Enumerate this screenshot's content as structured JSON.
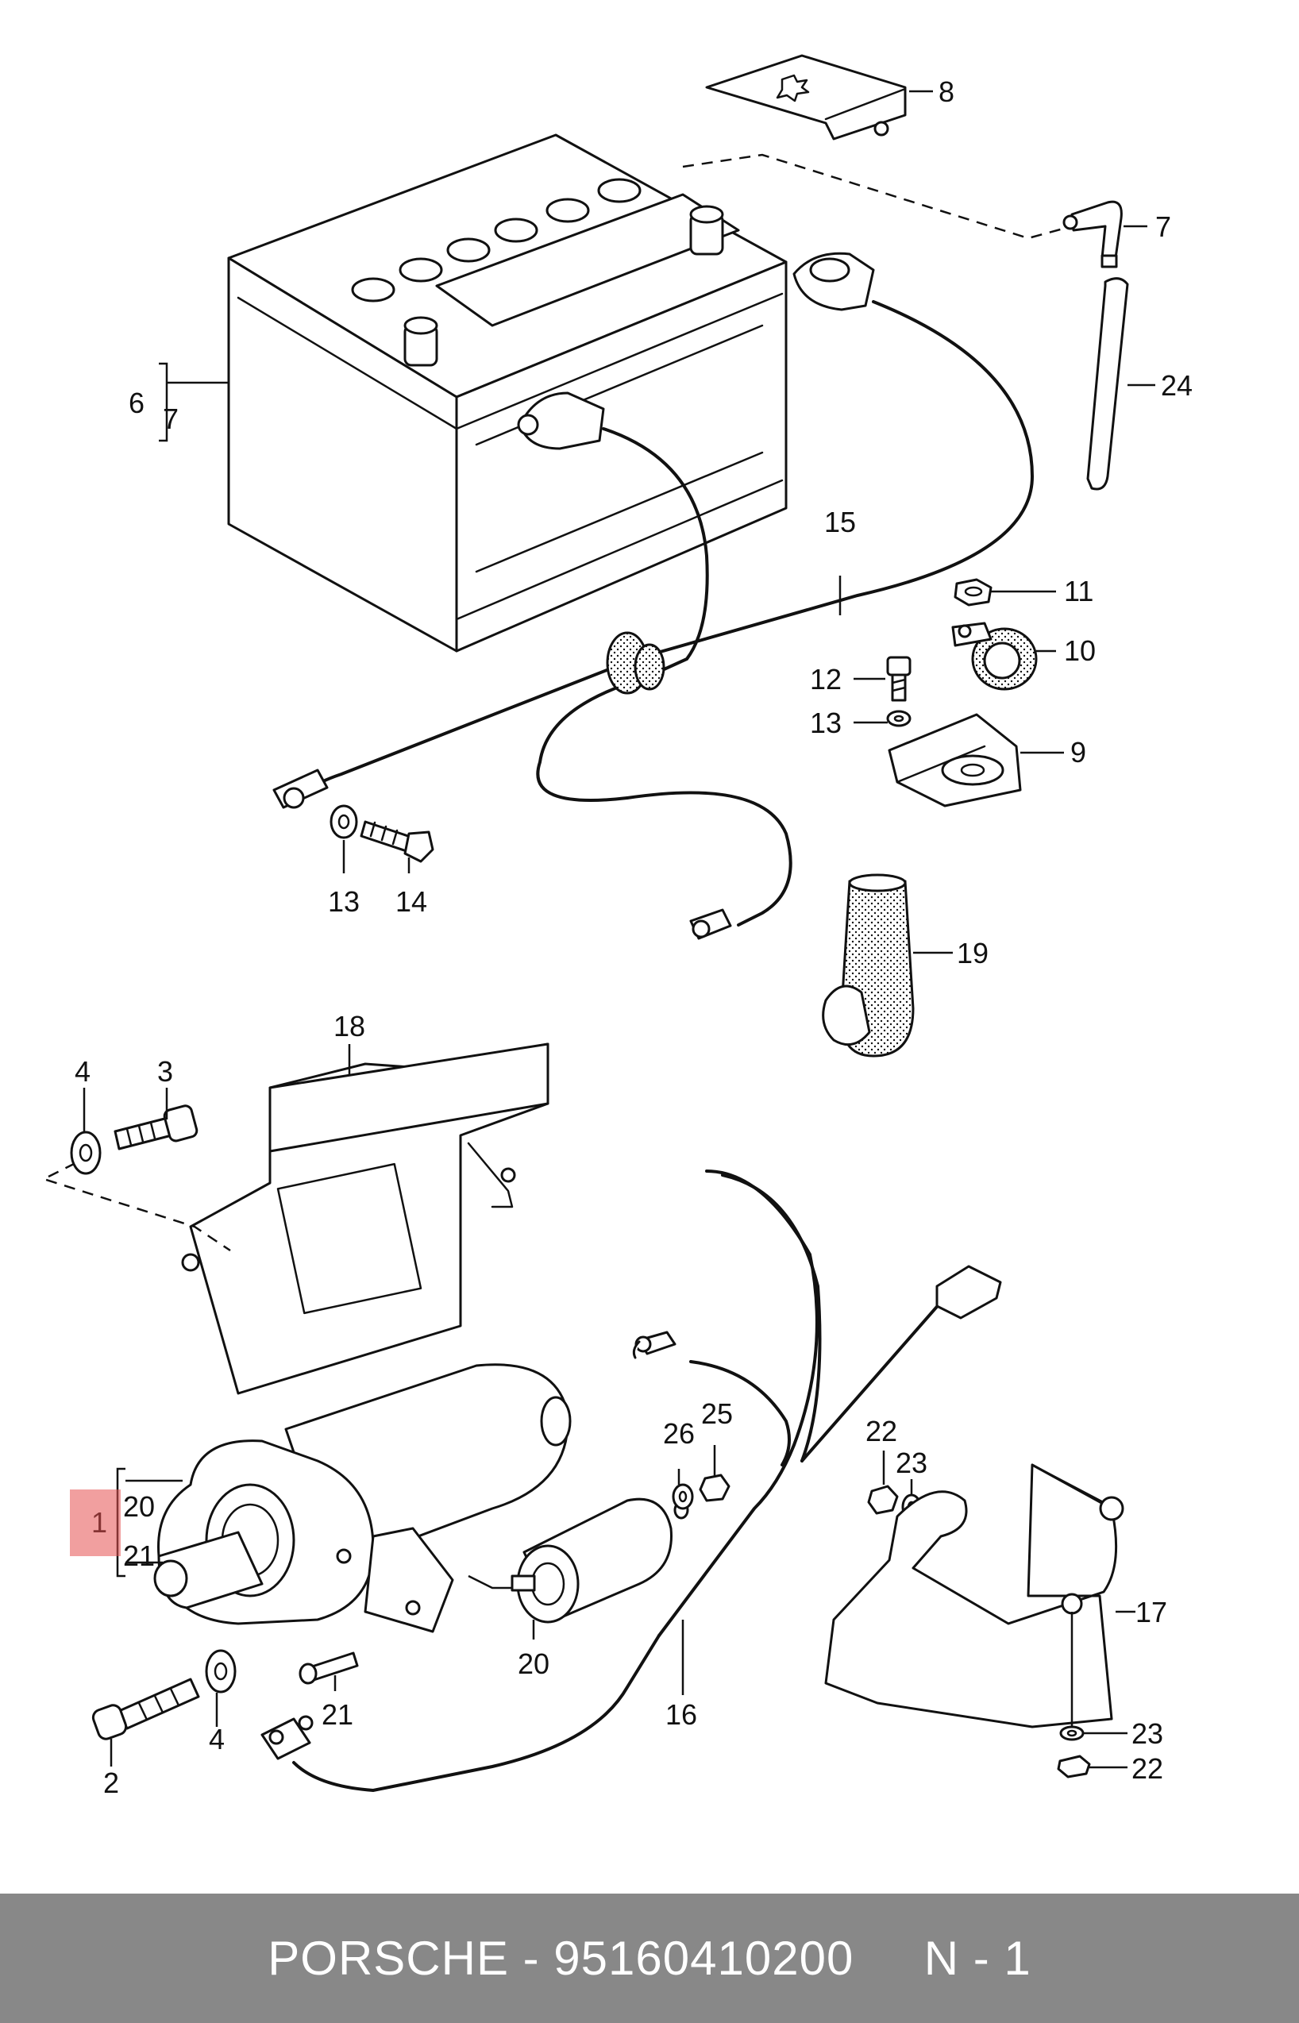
{
  "footer": {
    "brand": "PORSCHE",
    "separator": " - ",
    "part_number": "95160410200",
    "gap": "     ",
    "page": "N - 1"
  },
  "callouts": {
    "c1": "1",
    "c2": "2",
    "c3": "3",
    "c4a": "4",
    "c4b": "4",
    "c6": "6",
    "c7a": "7",
    "c7b": "7",
    "c8": "8",
    "c9": "9",
    "c10": "10",
    "c11": "11",
    "c12": "12",
    "c13a": "13",
    "c13b": "13",
    "c14": "14",
    "c15": "15",
    "c16": "16",
    "c17": "17",
    "c18": "18",
    "c19": "19",
    "c20a": "20",
    "c20b": "20",
    "c21a": "21",
    "c21b": "21",
    "c22a": "22",
    "c22b": "22",
    "c23a": "23",
    "c23b": "23",
    "c24": "24",
    "c25": "25",
    "c26": "26"
  },
  "colors": {
    "footer_bg": "#888888",
    "highlight": "#e65050"
  }
}
